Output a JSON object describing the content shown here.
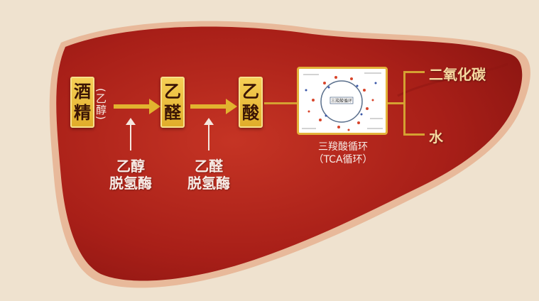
{
  "diagram": {
    "alcohol": {
      "line1": "酒",
      "line2": "精",
      "note": "(乙醇)"
    },
    "acetaldehyde": {
      "line1": "乙",
      "line2": "醛"
    },
    "acetic_acid": {
      "line1": "乙",
      "line2": "酸"
    },
    "enzyme1": {
      "line1": "乙醇",
      "line2": "脱氢酶"
    },
    "enzyme2": {
      "line1": "乙醛",
      "line2": "脱氢酶"
    },
    "tca": {
      "line1": "三羧酸循环",
      "line2": "（TCA循环）",
      "inner_label": "三羧酸循环"
    },
    "products": {
      "co2": "二氧化碳",
      "water": "水"
    }
  },
  "colors": {
    "background": "#efe2cf",
    "liver": "#b8291f",
    "box_fill": "#e8bb3a",
    "connector": "#d5a132"
  }
}
